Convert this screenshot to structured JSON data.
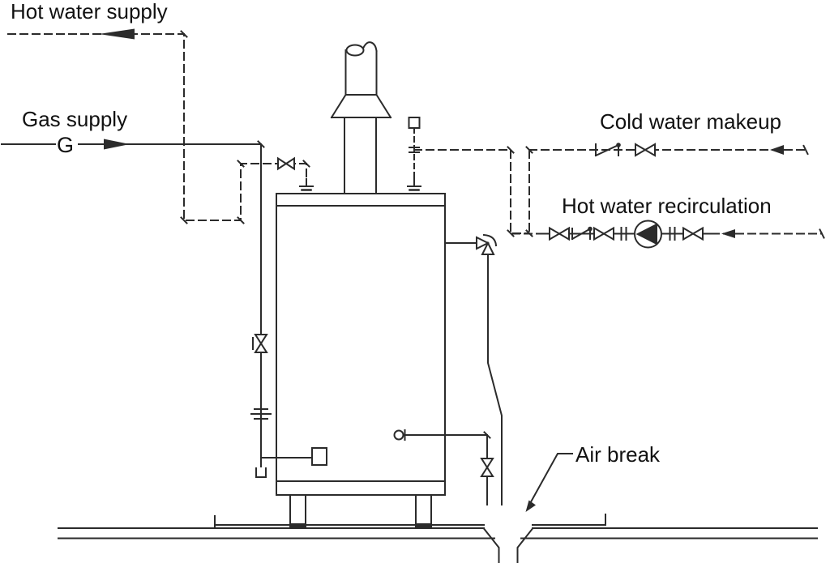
{
  "diagram": {
    "title": "Gas water heater installation piping schematic",
    "colors": {
      "line": "#2b2b2b",
      "text": "#111111",
      "background": "#ffffff"
    },
    "labels": {
      "hot_water_supply": "Hot water supply",
      "gas_supply": "Gas supply",
      "gas_designation": "G",
      "cold_water_makeup": "Cold water makeup",
      "hot_water_recirculation": "Hot water recirculation",
      "air_break": "Air break"
    },
    "symbols": [
      "water-heater-tank",
      "flue-vent-pipe",
      "draft-hood",
      "shutoff-valve",
      "check-valve",
      "pipe-union",
      "circulating-pump",
      "temperature-pressure-relief-valve",
      "relief-discharge-pipe",
      "tank-drain-valve",
      "vacuum-relief-valve",
      "gas-drip-leg",
      "gas-control",
      "floor-drain-funnel",
      "equipment-pad"
    ]
  }
}
